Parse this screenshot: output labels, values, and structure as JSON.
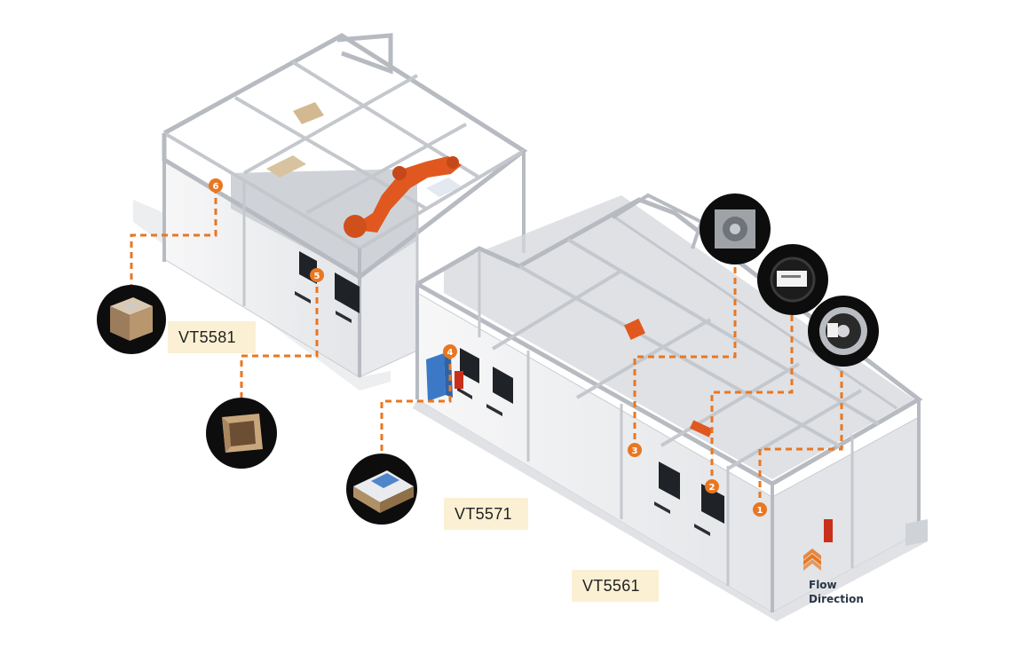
{
  "machines": [
    {
      "id": "vt5581",
      "label": "VT5581"
    },
    {
      "id": "vt5571",
      "label": "VT5571"
    },
    {
      "id": "vt5561",
      "label": "VT5561"
    }
  ],
  "markers": [
    "1",
    "2",
    "3",
    "4",
    "5",
    "6"
  ],
  "flow": {
    "line1": "Flow",
    "line2": "Direction",
    "icon": "chevron-up-stack-icon"
  },
  "colors": {
    "accent": "#e87722",
    "label_bg": "#fbf0d3",
    "frame": "#c9ccd0",
    "panel": "#f4f4f5",
    "robot": "#e0581f",
    "dark_text": "#2a3645"
  }
}
